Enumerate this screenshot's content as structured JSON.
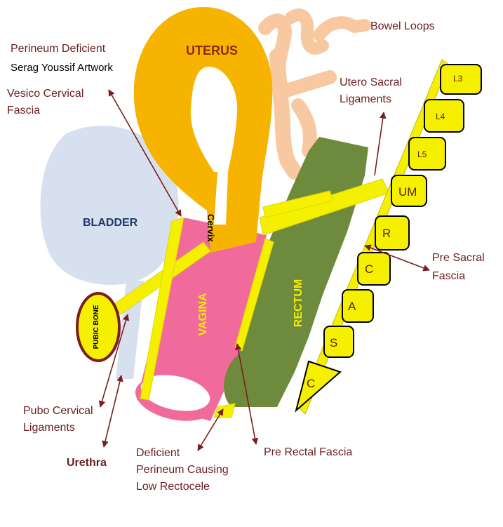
{
  "header": {
    "title": "Perineum Deficient",
    "credit": "Serag Youssif Artwork"
  },
  "organs": {
    "uterus": "UTERUS",
    "cervix": "Cervix",
    "bladder": "BLADDER",
    "vagina": "VAGINA",
    "rectum": "RECTUM",
    "pubic_bone": "PUBIC BONE"
  },
  "labels": {
    "bowel_loops": "Bowel Loops",
    "utero_sacral_1": "Utero Sacral",
    "utero_sacral_2": "Ligaments",
    "vesico_cervical_1": "Vesico Cervical",
    "vesico_cervical_2": "Fascia",
    "pre_sacral_1": "Pre Sacral",
    "pre_sacral_2": "Fascia",
    "pubo_cervical_1": "Pubo Cervical",
    "pubo_cervical_2": "Ligaments",
    "urethra": "Urethra",
    "deficient_1": "Deficient",
    "deficient_2": "Perineum Causing",
    "deficient_3": "Low Rectocele",
    "pre_rectal": "Pre Rectal Fascia"
  },
  "spine": [
    "L3",
    "L4",
    "L5",
    "UM",
    "R",
    "C",
    "A",
    "S",
    "C"
  ],
  "colors": {
    "uterus": "#f6b400",
    "bladder": "#d6e0ee",
    "vagina": "#f06b9b",
    "rectum": "#6e8b3d",
    "bowel": "#f8c9a0",
    "spine": "#f5ef00",
    "ligament": "#f5ef00",
    "arrow": "#7a1e1e"
  }
}
